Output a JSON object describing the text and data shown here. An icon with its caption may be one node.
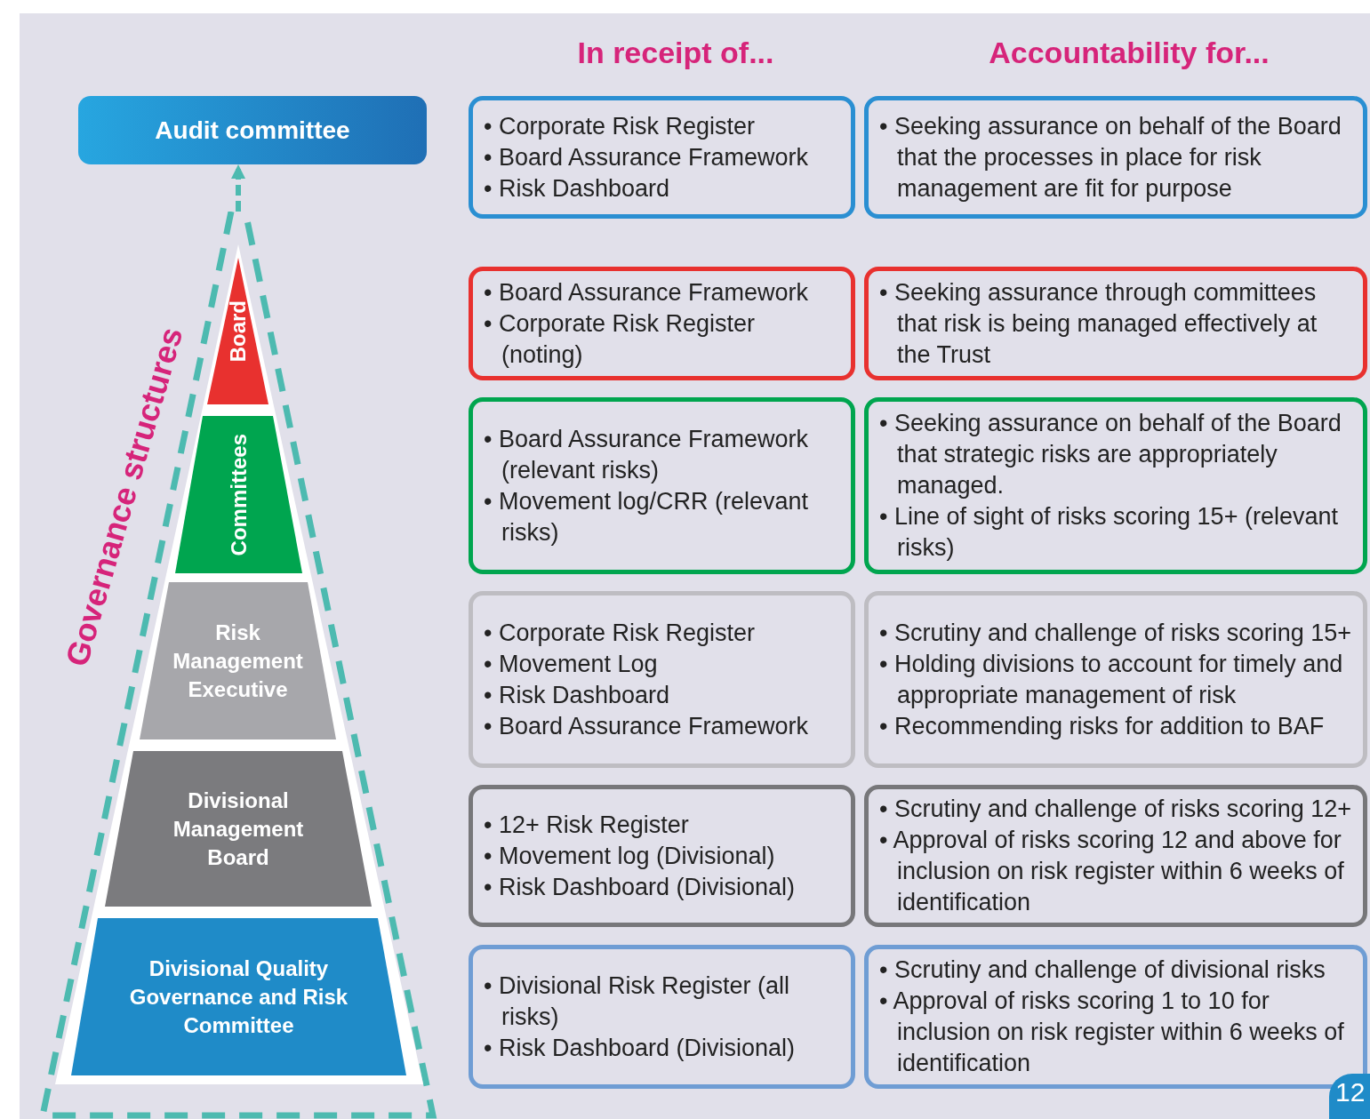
{
  "diagram": {
    "nodes": [
      {
        "text": [
          "Audit committee"
        ]
      },
      {
        "text": [
          "Governance structures"
        ]
      },
      {
        "text": [
          "Board"
        ],
        "in": 1
      },
      {
        "text": [
          "Committees"
        ],
        "in": 1
      },
      {
        "text": [
          "Risk Management Executive"
        ],
        "in": 1
      },
      {
        "text": [
          "Divisional Management Board"
        ],
        "in": 1
      },
      {
        "text": [
          "Divisional Quality Governance and Risk Committee"
        ],
        "in": 1
      },
      {
        "text": [
          "• Corporate Risk Register",
          "• Board Assurance Framework",
          "• Risk Dashboard"
        ]
      },
      {
        "text": [
          "• Seeking assurance on behalf of the Board that the processes in place for risk management are fit for purpose"
        ]
      },
      {
        "text": [
          "• Board Assurance Framework",
          "• Corporate Risk Register (noting)"
        ]
      },
      {
        "text": [
          "• Seeking assurance through committees that risk is being managed effectively at the Trust"
        ]
      },
      {
        "text": [
          "• Board Assurance Framework (relevant risks)",
          "• Movement log/CRR (relevant risks)"
        ]
      },
      {
        "text": [
          "• Seeking assurance on behalf of the Board that strategic risks are appropriately managed.",
          "• Line of sight of risks scoring 15+ (relevant risks)"
        ]
      },
      {
        "text": [
          "• Corporate Risk Register",
          "• Movement Log",
          "• Risk Dashboard",
          "• Board Assurance Framework"
        ]
      },
      {
        "text": [
          "• Scrutiny and challenge of risks scoring 15+",
          "• Holding divisions to account for timely and appropriate management of risk",
          "• Recommending risks for addition to BAF"
        ]
      },
      {
        "text": [
          "• 12+ Risk Register",
          "• Movement log (Divisional)",
          "• Risk Dashboard (Divisional)"
        ]
      },
      {
        "text": [
          "• Scrutiny and challenge of risks scoring 12+",
          "• Approval of risks scoring 12 and above for inclusion on risk register within 6 weeks of identification"
        ]
      },
      {
        "text": [
          "• Divisional Risk Register (all risks)",
          "• Risk Dashboard (Divisional)"
        ]
      },
      {
        "text": [
          "• Scrutiny and challenge of divisional risks",
          "• Approval of risks scoring 1 to 10 for inclusion on risk register within 6 weeks of identification"
        ]
      }
    ],
    "edges": [
      {
        "from": 1,
        "to": 0,
        "arrow": "to",
        "style": "dashed"
      }
    ],
    "labels": [
      "In receipt of...",
      "Accountability for...",
      "12"
    ]
  }
}
